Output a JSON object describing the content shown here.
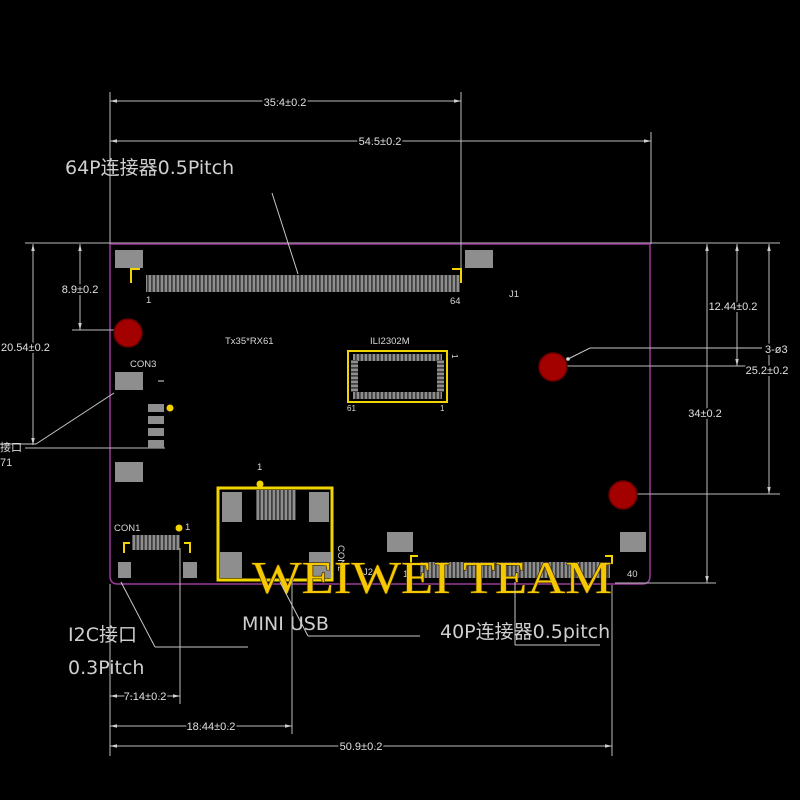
{
  "dimensions": {
    "top_35_4": "35.4±0.2",
    "top_54_5": "54.5±0.2",
    "left_8_9": "8.9±0.2",
    "left_20_54": "20.54±0.2",
    "right_12_44": "12.44±0.2",
    "right_25_2": "25.2±0.2",
    "right_34": "34±0.2",
    "bottom_7_14": "7.14±0.2",
    "bottom_18_44": "18.44±0.2",
    "bottom_50_9": "50.9±0.2"
  },
  "callouts": {
    "connector_64p": "64P连接器0.5Pitch",
    "mounting_holes": "3-ø3",
    "mini_usb": "MINI USB",
    "connector_40p": "40P连接器0.5pitch",
    "i2c_line1": "I2C接口",
    "i2c_line2": "0.3Pitch",
    "left_cut_line1": "接口",
    "left_cut_line2": "71"
  },
  "board_labels": {
    "j1": "J1",
    "j1_pin_first": "1",
    "j1_pin_last": "64",
    "tx_rx": "Tx35*RX61",
    "chip": "ILI2302M",
    "chip_pin_a": "61",
    "chip_pin_b": "1",
    "chip_pin_c": "1",
    "con3": "CON3",
    "usb_pin1": "1",
    "con1": "CON1",
    "con1_pin1": "1",
    "con2": "CON2",
    "j2": "J2",
    "j2_pin_first": "1",
    "j2_pin_last": "40"
  },
  "watermark": "WEIWEI TEAM",
  "colors": {
    "background": "#000000",
    "board_outline": "#9b3a9b",
    "dimension_lines": "#bdbdbd",
    "pads": "#8e8e8e",
    "highlight_yellow": "#f2d400",
    "mounting_hole_red": "#a30000",
    "watermark": "#f6c800"
  }
}
